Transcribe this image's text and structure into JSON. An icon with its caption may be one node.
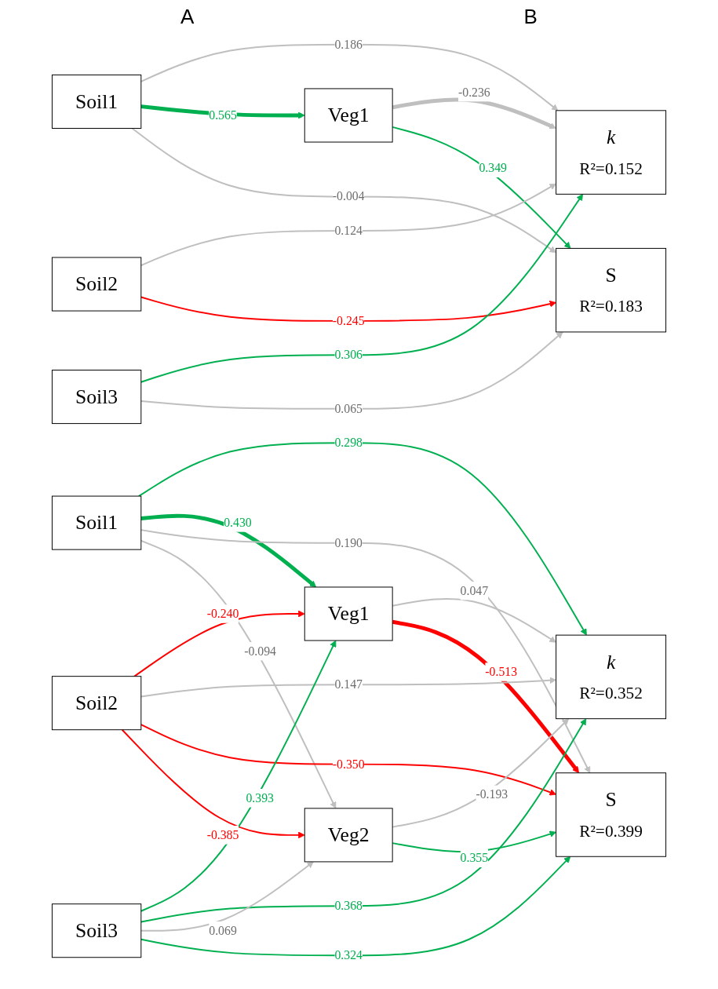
{
  "diagram": {
    "nodes": [
      {
        "text": [
          "Soil1"
        ]
      },
      {
        "text": [
          "Veg1"
        ]
      },
      {
        "text": [
          "k",
          "R²=0.152"
        ]
      },
      {
        "text": [
          "Soil2"
        ]
      },
      {
        "text": [
          "S",
          "R²=0.183"
        ]
      },
      {
        "text": [
          "Soil3"
        ]
      },
      {
        "text": [
          "Soil1"
        ]
      },
      {
        "text": [
          "Veg1"
        ]
      },
      {
        "text": [
          "k",
          "R²=0.352"
        ]
      },
      {
        "text": [
          "Soil2"
        ]
      },
      {
        "text": [
          "Veg2"
        ]
      },
      {
        "text": [
          "S",
          "R²=0.399"
        ]
      },
      {
        "text": [
          "Soil3"
        ]
      }
    ],
    "edges": [
      {
        "from": 0,
        "to": 2,
        "arrow": "to",
        "label": "0.186"
      },
      {
        "from": 0,
        "to": 1,
        "arrow": "to",
        "label": "0.565",
        "style": "thick",
        "color": "#00b050"
      },
      {
        "from": 0,
        "to": 4,
        "arrow": "to",
        "label": "-0.004"
      },
      {
        "from": 1,
        "to": 2,
        "arrow": "to",
        "label": "-0.236",
        "style": "thick"
      },
      {
        "from": 1,
        "to": 4,
        "arrow": "to",
        "label": "0.349",
        "color": "#00b050"
      },
      {
        "from": 3,
        "to": 2,
        "arrow": "to",
        "label": "0.124"
      },
      {
        "from": 3,
        "to": 4,
        "arrow": "to",
        "label": "-0.245",
        "color": "#ff0000"
      },
      {
        "from": 5,
        "to": 2,
        "arrow": "to",
        "label": "0.306",
        "color": "#00b050"
      },
      {
        "from": 5,
        "to": 4,
        "arrow": "to",
        "label": "0.065"
      },
      {
        "from": 6,
        "to": 8,
        "arrow": "to",
        "label": "0.298",
        "color": "#00b050"
      },
      {
        "from": 6,
        "to": 7,
        "arrow": "to",
        "label": "0.430",
        "style": "thick",
        "color": "#00b050"
      },
      {
        "from": 6,
        "to": 11,
        "arrow": "to",
        "label": "0.190"
      },
      {
        "from": 6,
        "to": 10,
        "arrow": "to",
        "label": "-0.094"
      },
      {
        "from": 7,
        "to": 8,
        "arrow": "to",
        "label": "0.047"
      },
      {
        "from": 7,
        "to": 11,
        "arrow": "to",
        "label": "-0.513",
        "style": "thick",
        "color": "#ff0000"
      },
      {
        "from": 9,
        "to": 7,
        "arrow": "to",
        "label": "-0.240",
        "color": "#ff0000"
      },
      {
        "from": 9,
        "to": 8,
        "arrow": "to",
        "label": "0.147"
      },
      {
        "from": 9,
        "to": 11,
        "arrow": "to",
        "label": "-0.350",
        "color": "#ff0000"
      },
      {
        "from": 9,
        "to": 10,
        "arrow": "to",
        "label": "-0.385",
        "color": "#ff0000"
      },
      {
        "from": 12,
        "to": 7,
        "arrow": "to",
        "label": "0.393",
        "color": "#00b050"
      },
      {
        "from": 12,
        "to": 8,
        "arrow": "to",
        "label": "0.368",
        "color": "#00b050"
      },
      {
        "from": 12,
        "to": 10,
        "arrow": "to",
        "label": "0.069"
      },
      {
        "from": 12,
        "to": 11,
        "arrow": "to",
        "label": "0.324",
        "color": "#00b050"
      },
      {
        "from": 10,
        "to": 8,
        "arrow": "to",
        "label": "-0.193"
      },
      {
        "from": 10,
        "to": 11,
        "arrow": "to",
        "label": "0.355",
        "color": "#00b050"
      }
    ],
    "labels": [
      "A",
      "B"
    ]
  }
}
